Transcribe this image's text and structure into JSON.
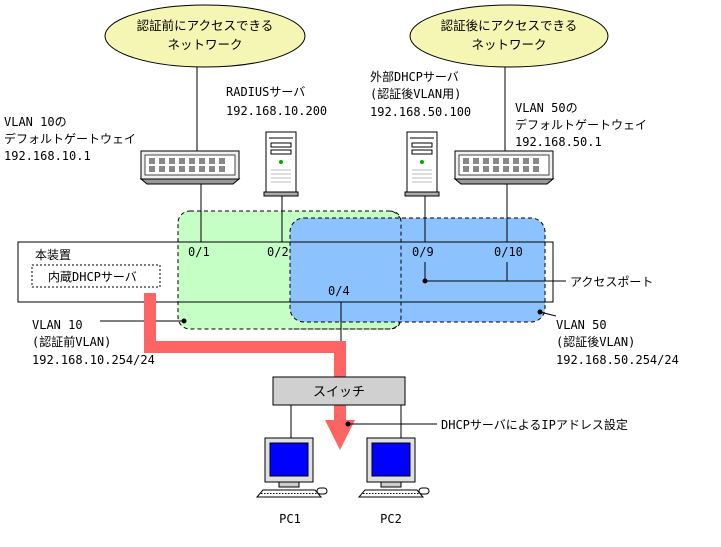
{
  "clouds": {
    "left": [
      "認証前にアクセスできる",
      "ネットワーク"
    ],
    "right": [
      "認証後にアクセスできる",
      "ネットワーク"
    ]
  },
  "left_gateway": [
    "VLAN 10の",
    "デフォルトゲートウェイ",
    "192.168.10.1"
  ],
  "radius": [
    "RADIUSサーバ",
    "192.168.10.200"
  ],
  "external_dhcp": [
    "外部DHCPサーバ",
    "(認証後VLAN用)",
    "192.168.50.100"
  ],
  "right_gateway": [
    "VLAN 50の",
    "デフォルトゲートウェイ",
    "192.168.50.1"
  ],
  "device": {
    "title": "本装置",
    "internal_dhcp": "内蔵DHCPサーバ",
    "ports": [
      "0/1",
      "0/2",
      "0/9",
      "0/10",
      "0/4"
    ]
  },
  "access_port_label": "アクセスポート",
  "vlan10": [
    "VLAN 10",
    "(認証前VLAN)",
    "192.168.10.254/24"
  ],
  "vlan50": [
    "VLAN 50",
    "(認証後VLAN)",
    "192.168.50.254/24"
  ],
  "switch_label": "スイッチ",
  "dhcp_note": "DHCPサーバによるIPアドレス設定",
  "pcs": [
    "PC1",
    "PC2"
  ],
  "colors": {
    "cloud_fill": "#f5f5b4",
    "vlan10_fill": "#c6ffc6",
    "vlan50_fill": "#8cc3ff",
    "arrow": "#ff6464",
    "switch_fill": "#d0d0d0",
    "screen": "#0000ff"
  }
}
